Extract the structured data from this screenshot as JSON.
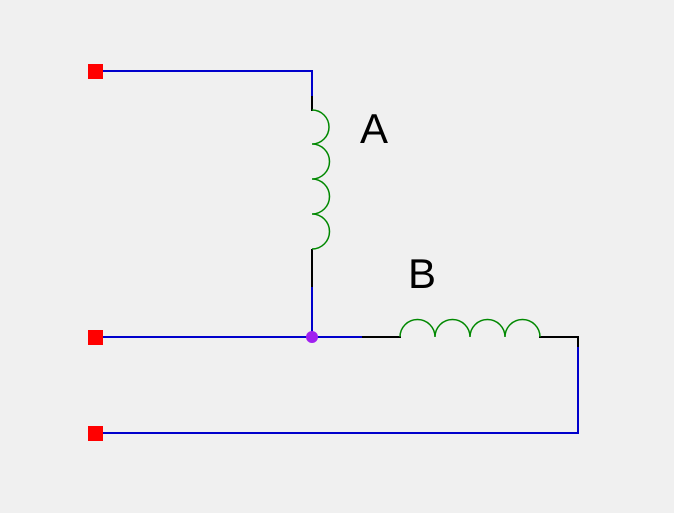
{
  "diagram": {
    "labels": {
      "coil_a": "A",
      "coil_b": "B"
    },
    "colors": {
      "background": "#f0f0f0",
      "wire": "#0000cc",
      "lead": "#000000",
      "coil": "#008800",
      "terminal": "#ff0000",
      "junction": "#a020f0",
      "text": "#000000"
    },
    "coils": [
      {
        "name": "A",
        "turns": 4,
        "orientation": "vertical"
      },
      {
        "name": "B",
        "turns": 4,
        "orientation": "horizontal"
      }
    ],
    "terminal_count": 3
  }
}
